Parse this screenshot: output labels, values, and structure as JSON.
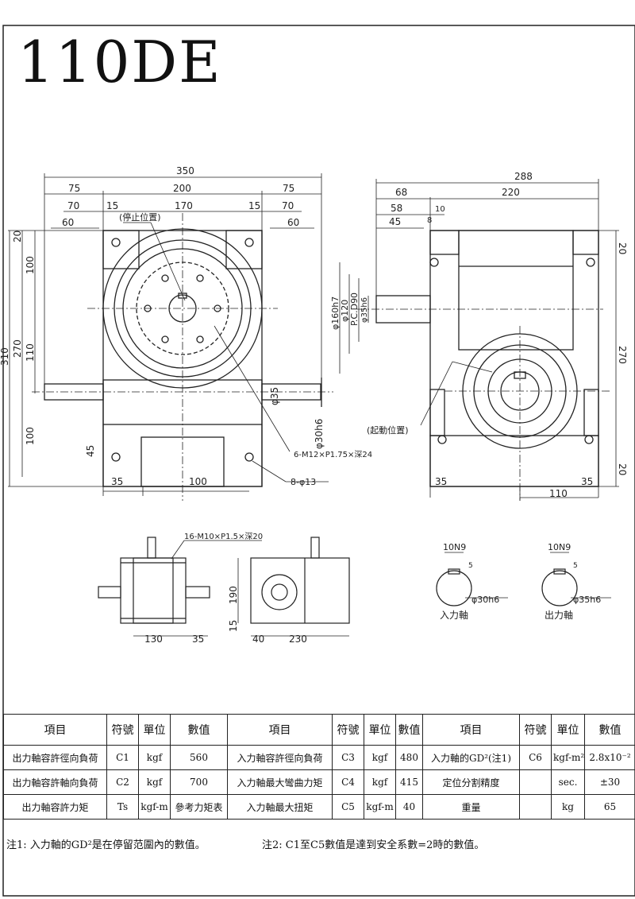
{
  "model": "110DE",
  "front": {
    "dims": {
      "d350": "350",
      "d75l": "75",
      "d200": "200",
      "d75r": "75",
      "d70l": "70",
      "d15l": "15",
      "d170": "170",
      "d15r": "15",
      "d70r": "70",
      "d60l": "60",
      "d60r": "60",
      "d20": "20",
      "d100a": "100",
      "d310": "310",
      "d270": "270",
      "d110": "110",
      "d100b": "100",
      "d45": "45",
      "d35": "35",
      "d100c": "100",
      "d35shaft": "φ35",
      "d30shaft": "φ30h6"
    },
    "stop_position": "(停止位置)",
    "tap_note": "6-M12×P1.75×深24",
    "hole_note": "8-φ13"
  },
  "side": {
    "dims": {
      "d288": "288",
      "d68": "68",
      "d220": "220",
      "d58": "58",
      "d8": "8",
      "d10": "10",
      "d45": "45",
      "d20a": "20",
      "d270": "270",
      "d20b": "20",
      "d35l": "35",
      "d35r": "35",
      "d110": "110",
      "bore160": "φ160h7",
      "bore120": "φ120",
      "pcd": "P.C.D90",
      "shaft35": "φ35h6"
    },
    "start_position": "(起動位置)"
  },
  "bottom_views": {
    "tap_note": "16-M10×P1.5×深20",
    "d130": "130",
    "d35": "35",
    "d190": "190",
    "d15": "15",
    "d40": "40",
    "d230": "230"
  },
  "key_sections": {
    "input": {
      "key": "10N9",
      "dim": "5",
      "dia": "φ30h6",
      "label": "入力軸"
    },
    "output": {
      "key": "10N9",
      "dim": "5",
      "dia": "φ35h6",
      "label": "出力軸"
    }
  },
  "spec_table": {
    "headers": [
      "項目",
      "符號",
      "單位",
      "數值",
      "項目",
      "符號",
      "單位",
      "數值",
      "項目",
      "符號",
      "單位",
      "數值"
    ],
    "rows": [
      [
        "出力軸容許徑向負荷",
        "C1",
        "kgf",
        "560",
        "入力軸容許徑向負荷",
        "C3",
        "kgf",
        "480",
        "入力軸的GD²(注1)",
        "C6",
        "kgf-m²",
        "2.8x10⁻²"
      ],
      [
        "出力軸容許軸向負荷",
        "C2",
        "kgf",
        "700",
        "入力軸最大彎曲力矩",
        "C4",
        "kgf",
        "415",
        "定位分割精度",
        "",
        "sec.",
        "±30"
      ],
      [
        "出力軸容許力矩",
        "Ts",
        "kgf-m",
        "參考力矩表",
        "入力軸最大扭矩",
        "C5",
        "kgf-m",
        "40",
        "重量",
        "",
        "kg",
        "65"
      ]
    ]
  },
  "notes": {
    "note1": "注1: 入力軸的GD²是在停留范圍內的數值。",
    "note2": "注2: C1至C5數值是達到安全系數=2時的數值。"
  }
}
